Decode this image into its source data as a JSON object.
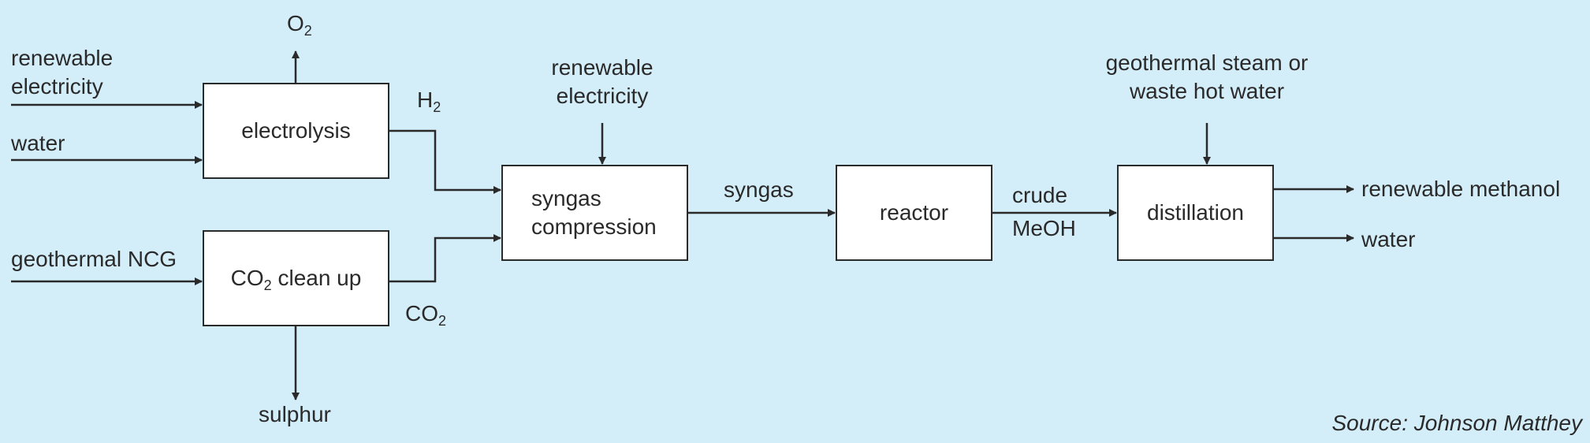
{
  "inputs": {
    "renewable_electricity_line1": "renewable",
    "renewable_electricity_line2": "electricity",
    "water": "water",
    "geothermal_ncg": "geothermal NCG",
    "compression_electricity_line1": "renewable",
    "compression_electricity_line2": "electricity",
    "steam_line1": "geothermal steam or",
    "steam_line2": "waste hot water"
  },
  "boxes": {
    "electrolysis": "electrolysis",
    "co2_cleanup_main": "CO",
    "co2_cleanup_sub": "2",
    "co2_cleanup_rest": " clean up",
    "syngas_line1": "syngas",
    "syngas_line2": "compression",
    "reactor": "reactor",
    "distillation": "distillation"
  },
  "streams": {
    "o2_main": "O",
    "o2_sub": "2",
    "h2_main": "H",
    "h2_sub": "2",
    "co2_main": "CO",
    "co2_sub": "2",
    "sulphur": "sulphur",
    "syngas": "syngas",
    "crude_line1": "crude",
    "crude_line2": "MeOH"
  },
  "outputs": {
    "renewable_methanol": "renewable methanol",
    "water": "water"
  },
  "source": "Source: Johnson Matthey",
  "colors": {
    "background": "#d3edf9",
    "line": "#2a2a2a",
    "box_fill": "#ffffff"
  }
}
